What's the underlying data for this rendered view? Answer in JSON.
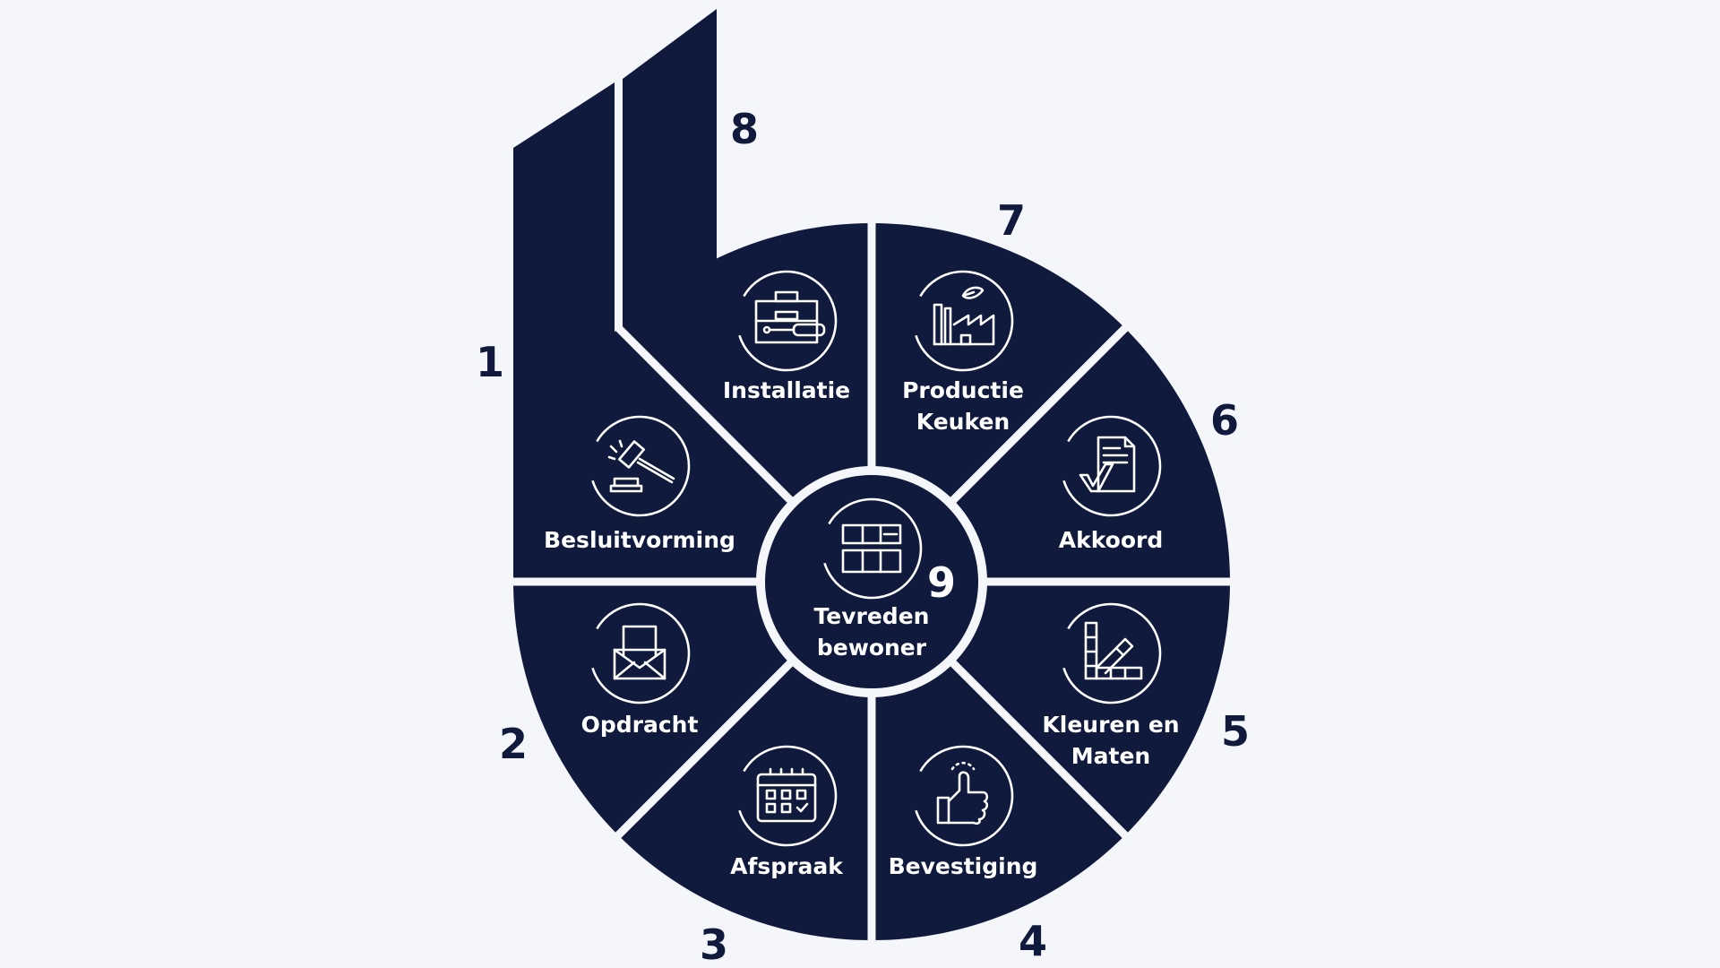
{
  "colors": {
    "shape": "#0f1a3c",
    "background": "#f4f6f9",
    "divider": "#f4f6f9"
  },
  "steps": [
    {
      "number": "1",
      "label": "Besluitvorming",
      "icon": "gavel-icon"
    },
    {
      "number": "2",
      "label": "Opdracht",
      "icon": "envelope-icon"
    },
    {
      "number": "3",
      "label": "Afspraak",
      "icon": "calendar-icon"
    },
    {
      "number": "4",
      "label": "Bevestiging",
      "icon": "thumbs-up-icon"
    },
    {
      "number": "5",
      "label_1": "Kleuren en",
      "label_2": "Maten",
      "icon": "color-swatch-icon"
    },
    {
      "number": "6",
      "label": "Akkoord",
      "icon": "signed-document-icon"
    },
    {
      "number": "7",
      "label_1": "Productie",
      "label_2": "Keuken",
      "icon": "factory-icon"
    },
    {
      "number": "8",
      "label": "Installatie",
      "icon": "toolbox-icon"
    },
    {
      "number": "9",
      "label_1": "Tevreden",
      "label_2": "bewoner",
      "icon": "kitchen-cabinet-icon"
    }
  ]
}
